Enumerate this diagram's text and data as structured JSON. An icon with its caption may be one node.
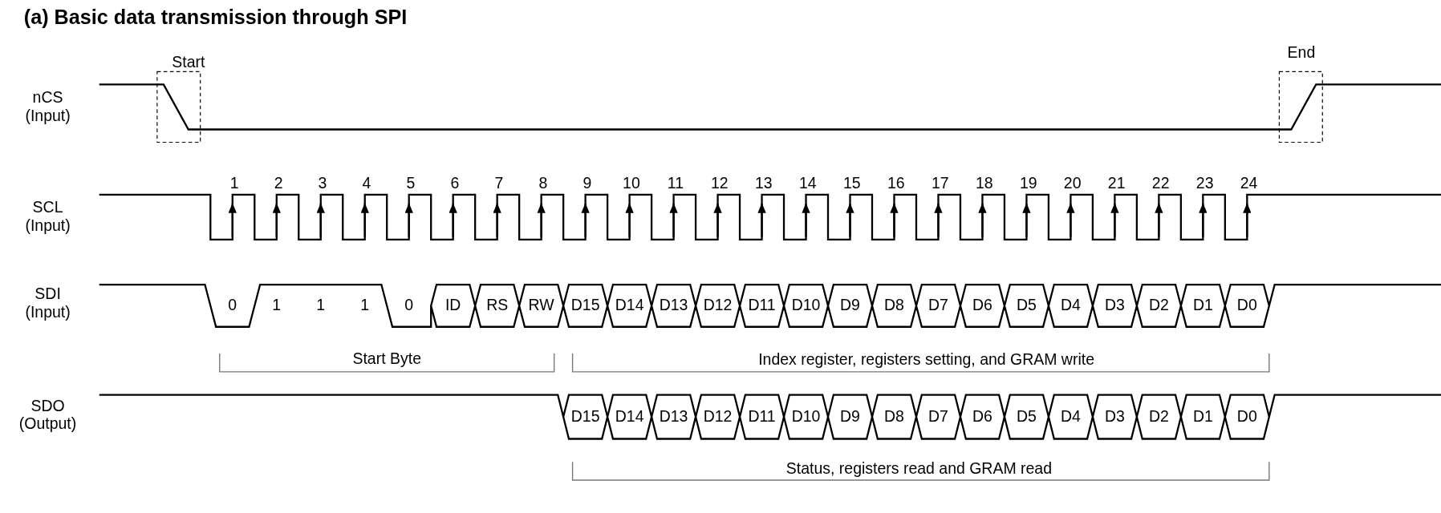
{
  "diagram": {
    "title": "(a) Basic data transmission through SPI",
    "labels": [
      "Start",
      "End",
      "nCS (Input)",
      "1",
      "2",
      "3",
      "4",
      "5",
      "6",
      "7",
      "8",
      "9",
      "10",
      "11",
      "12",
      "13",
      "14",
      "15",
      "16",
      "17",
      "18",
      "19",
      "20",
      "21",
      "22",
      "23",
      "24",
      "SCL (Input)",
      "SDI (Input)",
      "0",
      "1",
      "1",
      "1",
      "0",
      "ID",
      "RS",
      "RW",
      "D15",
      "D14",
      "D13",
      "D12",
      "D11",
      "D10",
      "D9",
      "D8",
      "D7",
      "D6",
      "D5",
      "D4",
      "D3",
      "D2",
      "D1",
      "D0",
      "Start Byte",
      "Index register, registers setting, and GRAM write",
      "SDO (Output)",
      "D15",
      "D14",
      "D13",
      "D12",
      "D11",
      "D10",
      "D9",
      "D8",
      "D7",
      "D6",
      "D5",
      "D4",
      "D3",
      "D2",
      "D1",
      "D0",
      "Status, registers read and GRAM read"
    ]
  }
}
